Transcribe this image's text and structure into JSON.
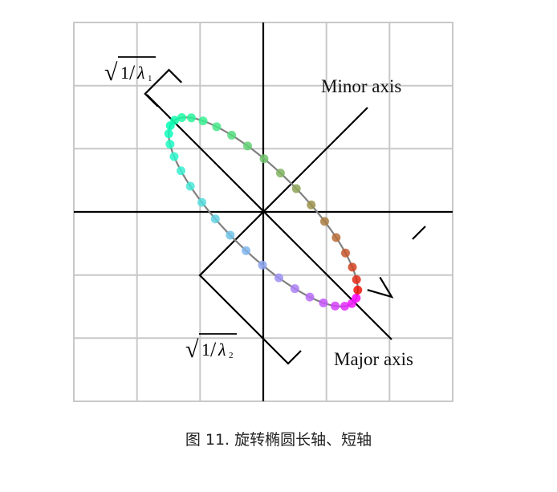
{
  "labels": {
    "minor_axis": "Minor axis",
    "major_axis": "Major axis",
    "lambda1": {
      "radical": "√",
      "num": "1",
      "slash": "/",
      "symbol": "λ",
      "subscript": "1"
    },
    "lambda2": {
      "radical": "√",
      "num": "1",
      "slash": "/",
      "symbol": "λ",
      "subscript": "2"
    }
  },
  "caption": "图 11. 旋转椭圆长轴、短轴",
  "colors": {
    "grid": "#c8c8c8",
    "axis": "#000000",
    "ellipse": "#808080",
    "dots_colormap": "rainbow"
  },
  "ellipse": {
    "major_over_minor_ratio": 3.2,
    "rotation_deg": -45,
    "point_count": 36
  }
}
